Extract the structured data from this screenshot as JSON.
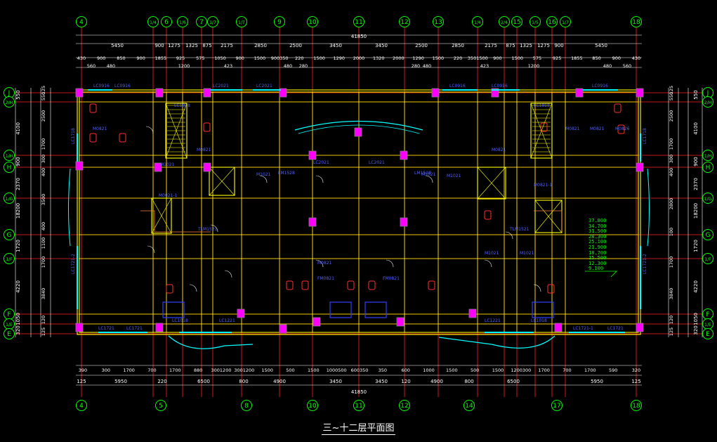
{
  "drawing_title": "三~十二层平面图",
  "colors": {
    "background": "#000000",
    "grid": "#ff2020",
    "axis_bubble": "#00ff00",
    "dimension": "#ffffff",
    "wall": "#ffff00",
    "wall_fill": "#ff00ff",
    "column": "#808080",
    "window": "#00ffff",
    "label": "#5060ff",
    "detail": "#ff8040"
  },
  "top_axes": [
    "4",
    "1/4",
    "6",
    "1/6",
    "7",
    "1/7",
    "1/7",
    "9",
    "10",
    "11",
    "12",
    "13",
    "1/4",
    "2/4",
    "15",
    "1/5",
    "16",
    "1/7",
    "18"
  ],
  "bottom_axes": [
    "4",
    "5",
    "8",
    "10",
    "11",
    "12",
    "14",
    "17",
    "18"
  ],
  "left_axes": [
    "J",
    "2/H",
    "1/H",
    "H",
    "1/G",
    "G",
    "1/F",
    "F",
    "1/E",
    "E"
  ],
  "right_axes": [
    "J",
    "2/H",
    "1/H",
    "H",
    "1/G",
    "G",
    "1/F",
    "F",
    "1/E",
    "E"
  ],
  "top_overall_dim": "41850",
  "bottom_overall_dim": "41850",
  "top_dims_row1": [
    "5450",
    "900",
    "1275",
    "1325",
    "875",
    "2175",
    "2850",
    "2500",
    "3450",
    "3450",
    "2500",
    "2850",
    "2175",
    "875",
    "1325",
    "1275",
    "900",
    "5450"
  ],
  "top_dims_row2": [
    "430",
    "900",
    "850",
    "900",
    "1855",
    "925",
    "575",
    "1050",
    "900",
    "1500",
    "900350",
    "220",
    "1500",
    "1290",
    "2000",
    "1320",
    "2000",
    "1290",
    "1500",
    "220",
    "3501500",
    "900",
    "1500",
    "575",
    "925",
    "1855",
    "850",
    "900",
    "430"
  ],
  "top_dims_row3": [
    "560",
    "480",
    "1200",
    "423",
    "480",
    "280",
    "280",
    "480",
    "423",
    "1200",
    "480",
    "560"
  ],
  "bottom_dims_row1": [
    "125",
    "5950",
    "220",
    "6500",
    "800",
    "4900",
    "3450",
    "3450",
    "120",
    "4900",
    "800",
    "6500",
    "5950",
    "125"
  ],
  "bottom_dims_row2": [
    "390",
    "300",
    "1700",
    "700",
    "1700",
    "880",
    "3001200",
    "3001200",
    "1500",
    "500",
    "1500",
    "1000500",
    "600350",
    "350",
    "600",
    "1000",
    "1500",
    "500",
    "1500",
    "1200300",
    "1700",
    "700",
    "1700",
    "590",
    "320"
  ],
  "left_dims_outer": [
    "550",
    "4100",
    "900",
    "2370",
    "18200",
    "1720",
    "4220",
    "1050",
    "320"
  ],
  "left_dims_inner": [
    "125",
    "550",
    "2500",
    "1700",
    "300",
    "400",
    "3500",
    "400",
    "1100",
    "1700",
    "3840",
    "120",
    "125"
  ],
  "right_dims_outer": [
    "550",
    "4100",
    "900",
    "2370",
    "18200",
    "1720",
    "4220",
    "1050",
    "320"
  ],
  "right_dims_inner": [
    "125",
    "550",
    "2500",
    "1700",
    "300",
    "400",
    "2800",
    "100",
    "1700",
    "3840",
    "120",
    "125"
  ],
  "floor_levels": [
    "37.800",
    "34.700",
    "31.500",
    "28.300",
    "25.100",
    "21.900",
    "18.700",
    "15.500",
    "12.300",
    "9.100"
  ],
  "room_labels": {
    "windows_top": [
      "LC0916",
      "LC0916",
      "LC1818",
      "LC2021",
      "LC2021",
      "LC0916",
      "LC0916",
      "LC0916",
      "LC1818"
    ],
    "windows_bottom": [
      "LC1721",
      "LC1721",
      "LC1018",
      "LC1221",
      "LC1221",
      "LC1018",
      "LC1721-1",
      "LC1721"
    ],
    "windows_side": [
      "LC1718",
      "LC1721-2",
      "LC1718",
      "LC1721-2"
    ],
    "doors": [
      "M0821",
      "M0821",
      "M1021",
      "M1021",
      "M1021",
      "M1021",
      "M0821",
      "M0821",
      "M0821",
      "M0821-1",
      "M0821-1",
      "M1021",
      "M1021",
      "M0826",
      "M0821"
    ],
    "other": [
      "TLM1521",
      "TLM1521",
      "LM1528",
      "LM1528",
      "FM0821",
      "FM0821",
      "LC2021",
      "LC2021"
    ]
  }
}
